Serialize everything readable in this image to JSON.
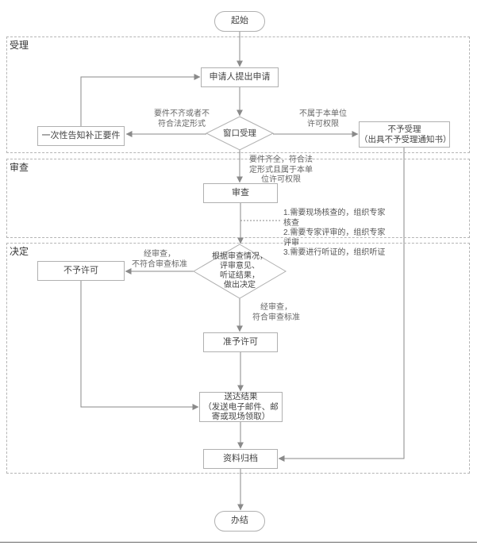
{
  "flow": {
    "start": "起始",
    "end": "办结"
  },
  "lanes": {
    "accept": "受理",
    "review": "审查",
    "decide": "决定"
  },
  "nodes": {
    "apply": "申请人提出申请",
    "window": "窗口受理",
    "notify": "一次性告知补正要件",
    "reject": "不予受理\n（出具不予受理通知书）",
    "review_box": "审查",
    "notes": "1.需要现场核查的，组织专家核查\n2.需要专家评审的，组织专家评审\n3.需要进行听证的，组织听证",
    "decision": "根据审查情况，\n评审意见、\n听证结果，\n做出决定",
    "deny": "不予许可",
    "grant": "准予许可",
    "deliver": "送达结果\n（发送电子邮件、邮\n寄或现场领取）",
    "archive": "资料归档"
  },
  "edge_labels": {
    "incomplete": "要件不齐或者不\n符合法定形式",
    "not_authority": "不属于本单位\n许可权限",
    "complete": "要件齐全，符合法\n定形式且属于本单\n位许可权限",
    "fail": "经审查，\n不符合审查标准",
    "pass": "经审查，\n符合审查标准"
  },
  "colors": {
    "line": "#8a8a8a",
    "border": "#b0b0b0",
    "text": "#444444"
  }
}
